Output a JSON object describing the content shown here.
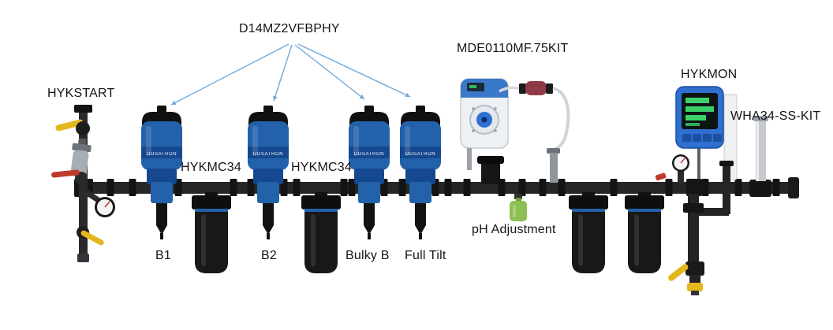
{
  "diagram": {
    "labels": {
      "hykstart": "HYKSTART",
      "d14_pumps": "D14MZ2VFBPHY",
      "mde_kit": "MDE0110MF.75KIT",
      "hykmon": "HYKMON",
      "wha_kit": "WHA34-SS-KIT",
      "hykmc34_left": "HYKMC34",
      "hykmc34_right": "HYKMC34",
      "pump_b1": "B1",
      "pump_b2": "B2",
      "pump_bulky_b": "Bulky B",
      "pump_full_tilt": "Full Tilt",
      "ph_adjustment": "pH Adjustment",
      "pump_brand": "DOSATRON"
    },
    "colors": {
      "pump_blue": "#2361ab",
      "pump_blue_dark": "#16488f",
      "pipe_black": "#262626",
      "fitting_black": "#141414",
      "arrow_blue": "#74a9d8",
      "valve_yellow": "#e5b71f",
      "lever_red": "#c03a2b",
      "bottle_green": "#8dbf52",
      "monitor_blue": "#2e6fd0",
      "display_green": "#3bd06a",
      "steel_gray": "#c6cacd",
      "injection_maroon": "#8f3a44"
    }
  }
}
